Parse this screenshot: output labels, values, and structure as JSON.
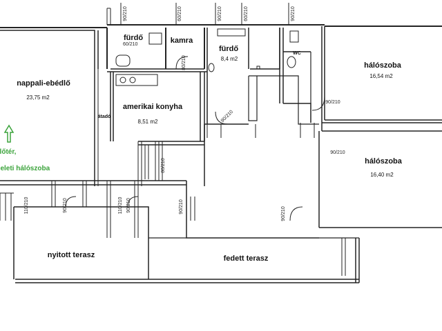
{
  "rooms": {
    "nappali": {
      "name": "nappali-ebédlő",
      "area": "23,75 m2"
    },
    "furdo_small": {
      "name": "fürdő",
      "area": ""
    },
    "kamra": {
      "name": "kamra"
    },
    "furdo_main": {
      "name": "fürdő",
      "area": "8,4 m2"
    },
    "wc": {
      "name": "WC"
    },
    "haloszoba1": {
      "name": "hálószoba",
      "area": "16,54 m2"
    },
    "haloszoba2": {
      "name": "hálószoba",
      "area": "16,40 m2"
    },
    "konyha": {
      "name": "amerikai konyha",
      "area": "8,51 m2"
    },
    "nyitott_terasz": {
      "name": "nyitott terasz"
    },
    "fedett_terasz": {
      "name": "fedett terasz"
    }
  },
  "labels": {
    "atado": "átadó",
    "eloter_line1": "előtér,",
    "eloter_line2": "emeleti hálószoba"
  },
  "dimensions": [
    "90/210",
    "60/210",
    "90/210",
    "60/210",
    "90/210",
    "80/210",
    "90/210",
    "90/210",
    "90/210",
    "90/210",
    "110/210",
    "90/210",
    "110/210",
    "90/210",
    "90/210",
    "80/210",
    "60/210"
  ],
  "colors": {
    "wall": "#222222",
    "arrow": "#3ba33b",
    "background": "#ffffff"
  }
}
